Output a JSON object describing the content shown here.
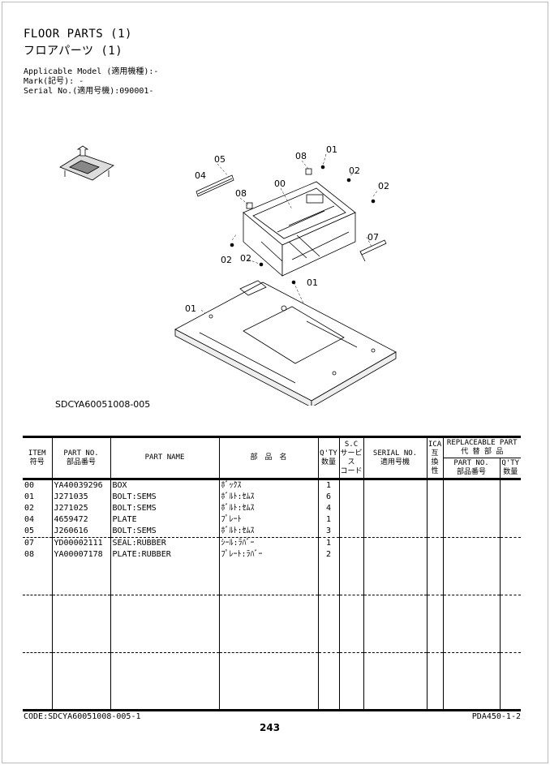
{
  "header": {
    "title_en": "FLOOR PARTS (1)",
    "title_jp": "フロアパーツ (1)",
    "applicable_model": "Applicable Model (適用機種):-",
    "mark": "Mark(記号): -",
    "serial": "Serial No.(適用号機):090001-"
  },
  "diagram": {
    "code": "SDCYA60051008-005",
    "callouts": {
      "c05": "05",
      "c08a": "08",
      "c01a": "01",
      "c04": "04",
      "c00": "00",
      "c02a": "02",
      "c02b": "02",
      "c08b": "08",
      "c07": "07",
      "c02c": "02",
      "c02d": "02",
      "c01b": "01",
      "c01c": "01"
    }
  },
  "table": {
    "headers": {
      "item": "ITEM",
      "item_jp": "符号",
      "part_no": "PART NO.",
      "part_no_jp": "部品番号",
      "part_name": "PART NAME",
      "name_jp": "部　品　名",
      "qty": "Q'TY",
      "qty_jp": "数量",
      "sc": "S.C",
      "sc_jp1": "サービス",
      "sc_jp2": "コード",
      "serial": "SERIAL NO.",
      "serial_jp": "適用号機",
      "ica1": "ICA",
      "ica2": "互",
      "ica3": "換",
      "ica4": "性",
      "replaceable": "REPLACEABLE PART",
      "replaceable_jp": "代 替 部 品",
      "rep_part_no": "PART NO.",
      "rep_part_no_jp": "部品番号",
      "rep_qty": "Q'TY",
      "rep_qty_jp": "数量"
    },
    "rows": [
      {
        "item": "00",
        "part_no": "YA40039296",
        "name": "BOX",
        "name_jp": "ﾎﾞｯｸｽ",
        "qty": "1"
      },
      {
        "item": "01",
        "part_no": "J271035",
        "name": "BOLT:SEMS",
        "name_jp": "ﾎﾞﾙﾄ:ｾﾑｽ",
        "qty": "6"
      },
      {
        "item": "02",
        "part_no": "J271025",
        "name": "BOLT:SEMS",
        "name_jp": "ﾎﾞﾙﾄ:ｾﾑｽ",
        "qty": "4"
      },
      {
        "item": "04",
        "part_no": "4659472",
        "name": "PLATE",
        "name_jp": "ﾌﾟﾚｰﾄ",
        "qty": "1"
      },
      {
        "item": "05",
        "part_no": "J260616",
        "name": "BOLT:SEMS",
        "name_jp": "ﾎﾞﾙﾄ:ｾﾑｽ",
        "qty": "3"
      },
      {
        "item": "07",
        "part_no": "YD00002111",
        "name": "SEAL:RUBBER",
        "name_jp": "ｼｰﾙ:ﾗﾊﾞｰ",
        "qty": "1"
      },
      {
        "item": "08",
        "part_no": "YA00007178",
        "name": "PLATE:RUBBER",
        "name_jp": "ﾌﾟﾚｰﾄ:ﾗﾊﾞｰ",
        "qty": "2"
      }
    ]
  },
  "footer": {
    "code": "CODE:SDCYA60051008-005-1",
    "page": "243",
    "ref": "PDA450-1-2"
  }
}
